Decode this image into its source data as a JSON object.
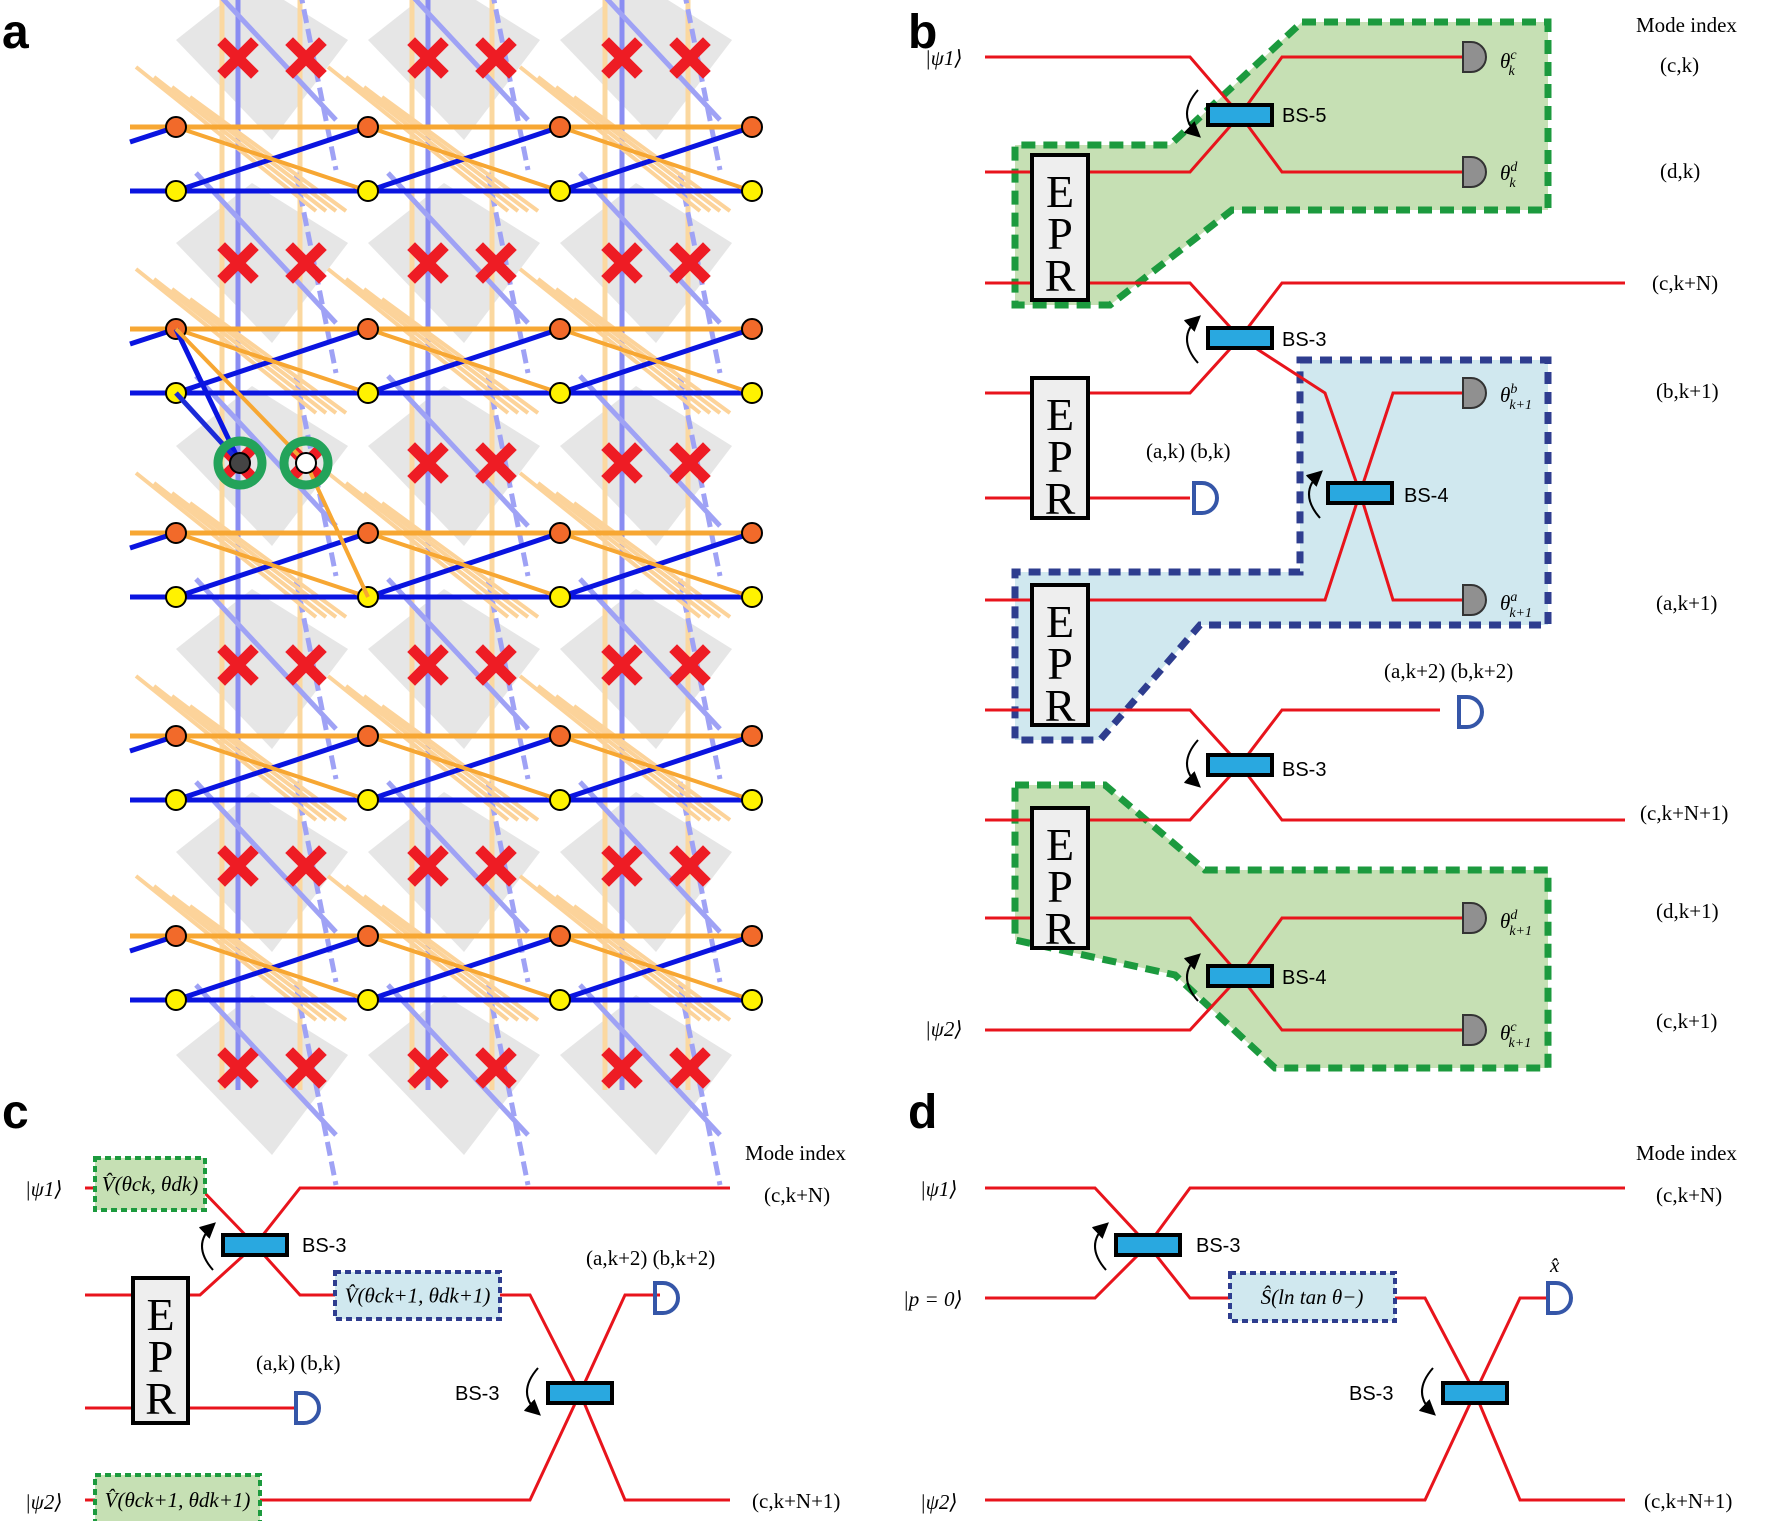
{
  "panels": {
    "a": "a",
    "b": "b",
    "c": "c",
    "d": "d"
  },
  "panel_b": {
    "header": "Mode index",
    "mode_indices": [
      "(c,k)",
      "(d,k)",
      "(c,k+N)",
      "(b,k+1)",
      "(a,k+1)",
      "(c,k+N+1)",
      "(d,k+1)",
      "(c,k+1)"
    ],
    "inputs": [
      "|ψ1⟩",
      "|ψ2⟩"
    ],
    "beamsplitters": [
      "BS-5",
      "BS-3",
      "BS-4",
      "BS-3",
      "BS-4"
    ],
    "epr_letters": [
      "E",
      "P",
      "R"
    ],
    "detector_pairs": [
      "(a,k)  (b,k)",
      "(a,k+2)  (b,k+2)"
    ],
    "thetas": [
      {
        "base": "θ",
        "sup": "c",
        "sub": "k"
      },
      {
        "base": "θ",
        "sup": "d",
        "sub": "k"
      },
      {
        "base": "θ",
        "sup": "b",
        "sub": "k+1"
      },
      {
        "base": "θ",
        "sup": "a",
        "sub": "k+1"
      },
      {
        "base": "θ",
        "sup": "d",
        "sub": "k+1"
      },
      {
        "base": "θ",
        "sup": "c",
        "sub": "k+1"
      }
    ]
  },
  "panel_c": {
    "header": "Mode index",
    "mode_indices": [
      "(c,k+N)",
      "(c,k+N+1)"
    ],
    "inputs": [
      "|ψ1⟩",
      "|ψ2⟩"
    ],
    "beamsplitters": [
      "BS-3",
      "BS-3"
    ],
    "detector_pairs": [
      "(a,k+2)  (b,k+2)",
      "(a,k)  (b,k)"
    ],
    "operators": [
      "V̂(θck, θdk)",
      "V̂(θck+1, θdk+1)",
      "V̂(θck+1, θdk+1)"
    ]
  },
  "panel_d": {
    "header": "Mode index",
    "mode_indices": [
      "(c,k+N)",
      "(c,k+N+1)"
    ],
    "inputs": [
      "|ψ1⟩",
      "|p = 0⟩",
      "|ψ2⟩"
    ],
    "beamsplitters": [
      "BS-3",
      "BS-3"
    ],
    "operator": "Ŝ(ln tan θ−)",
    "measurement": "x̂"
  },
  "colors": {
    "wire": "#e8141c",
    "bs_fill": "#29a8e0",
    "green_fill": "#c6e0b4",
    "green_border": "#1c9a3e",
    "blue_fill": "#d0e8ef",
    "blue_border": "#2e3d8f",
    "detector_grey": "#909090",
    "detector_blue": "#3556a8",
    "node_orange": "#f26a2a",
    "node_yellow": "#fff200",
    "edge_blue": "#0a14e0",
    "edge_orange": "#f7a733",
    "cross_red": "#ee1c24"
  }
}
